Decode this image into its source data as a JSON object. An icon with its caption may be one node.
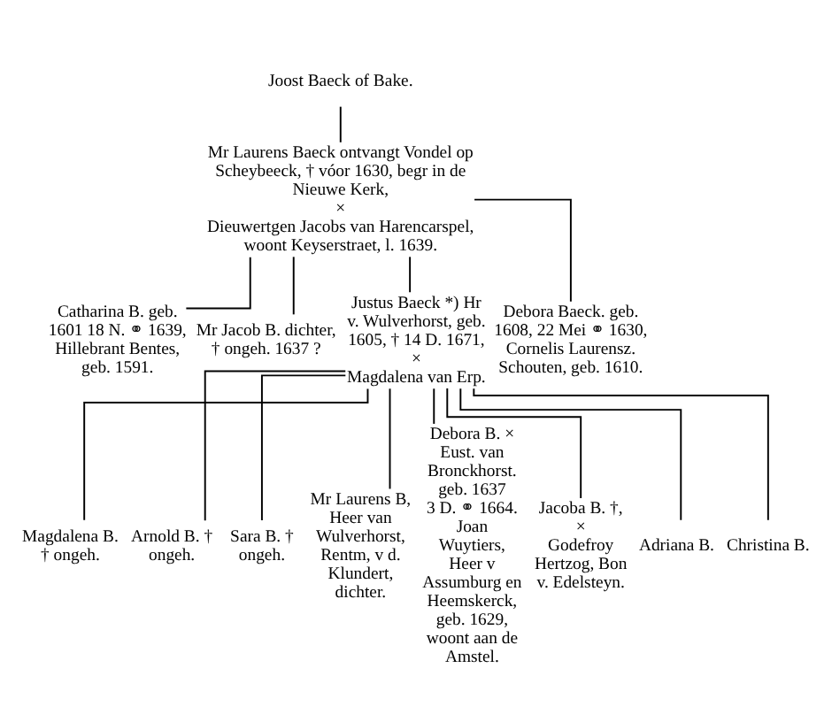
{
  "diagram": {
    "nodes": [
      {
        "text": [
          "Joost Baeck of Bake."
        ]
      },
      {
        "text": [
          "Mr Laurens Baeck ontvangt Vondel op Scheybeeck, † vóor 1630, begr in de Nieuwe Kerk,",
          "×",
          "Dieuwertgen Jacobs van Harencarspel, woont Keyserstraet, l. 1639."
        ]
      },
      {
        "text": [
          "Catharina B. geb. 1601 18 N. ⚭ 1639, Hillebrant Bentes, geb. 1591."
        ]
      },
      {
        "text": [
          "Mr Jacob B. dichter, † ongeh. 1637 ?"
        ]
      },
      {
        "text": [
          "Justus Baeck *) Hr v. Wulverhorst, geb. 1605, † 14 D. 1671,",
          "×",
          "Magdalena van Erp."
        ]
      },
      {
        "text": [
          "Debora Baeck. geb. 1608, 22 Mei ⚭ 1630, Cornelis Laurensz. Schouten, geb. 1610."
        ]
      },
      {
        "text": [
          "Magdalena B. † ongeh."
        ]
      },
      {
        "text": [
          "Arnold B. † ongeh."
        ]
      },
      {
        "text": [
          "Sara B. † ongeh."
        ]
      },
      {
        "text": [
          "Mr Laurens B, Heer van Wulverhorst, Rentm, v d. Klundert, dichter."
        ]
      },
      {
        "text": [
          "Debora B. × Eust. van Bronckhorst.",
          "geb. 1637",
          "3 D. ⚭ 1664.",
          "Joan Wuytiers, Heer v Assumburg en Heemskerck, geb. 1629, woont aan de Amstel."
        ]
      },
      {
        "text": [
          "Jacoba B. †,",
          "×",
          "Godefroy Hertzog, Bon v. Edelsteyn."
        ]
      },
      {
        "text": [
          "Adriana B."
        ]
      },
      {
        "text": [
          "Christina B."
        ]
      }
    ],
    "edges": [
      {
        "from": 0,
        "to": 1,
        "arrow": "none"
      },
      {
        "from": 1,
        "to": 2,
        "arrow": "none"
      },
      {
        "from": 1,
        "to": 3,
        "arrow": "none"
      },
      {
        "from": 1,
        "to": 4,
        "arrow": "none"
      },
      {
        "from": 1,
        "to": 5,
        "arrow": "none"
      },
      {
        "from": 4,
        "to": 6,
        "arrow": "none"
      },
      {
        "from": 4,
        "to": 7,
        "arrow": "none"
      },
      {
        "from": 4,
        "to": 8,
        "arrow": "none"
      },
      {
        "from": 4,
        "to": 9,
        "arrow": "none"
      },
      {
        "from": 4,
        "to": 10,
        "arrow": "none"
      },
      {
        "from": 4,
        "to": 11,
        "arrow": "none"
      },
      {
        "from": 4,
        "to": 12,
        "arrow": "none"
      },
      {
        "from": 4,
        "to": 13,
        "arrow": "none"
      }
    ]
  }
}
